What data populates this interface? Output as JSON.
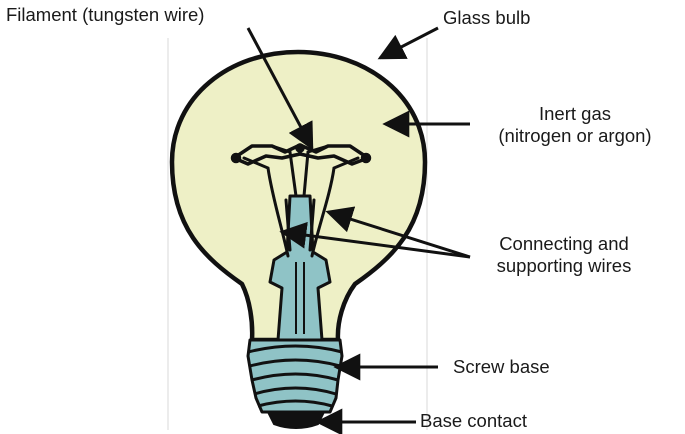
{
  "labels": {
    "filament": "Filament (tungsten wire)",
    "glass_bulb": "Glass bulb",
    "inert_gas_line1": "Inert gas",
    "inert_gas_line2": "(nitrogen or argon)",
    "wires_line1": "Connecting and",
    "wires_line2": "supporting wires",
    "screw_base": "Screw base",
    "base_contact": "Base contact"
  },
  "colors": {
    "bulb_fill": "#eef0c6",
    "stem_fill": "#8fc3c6",
    "outline": "#111111",
    "frame": "#d9d9d9"
  }
}
